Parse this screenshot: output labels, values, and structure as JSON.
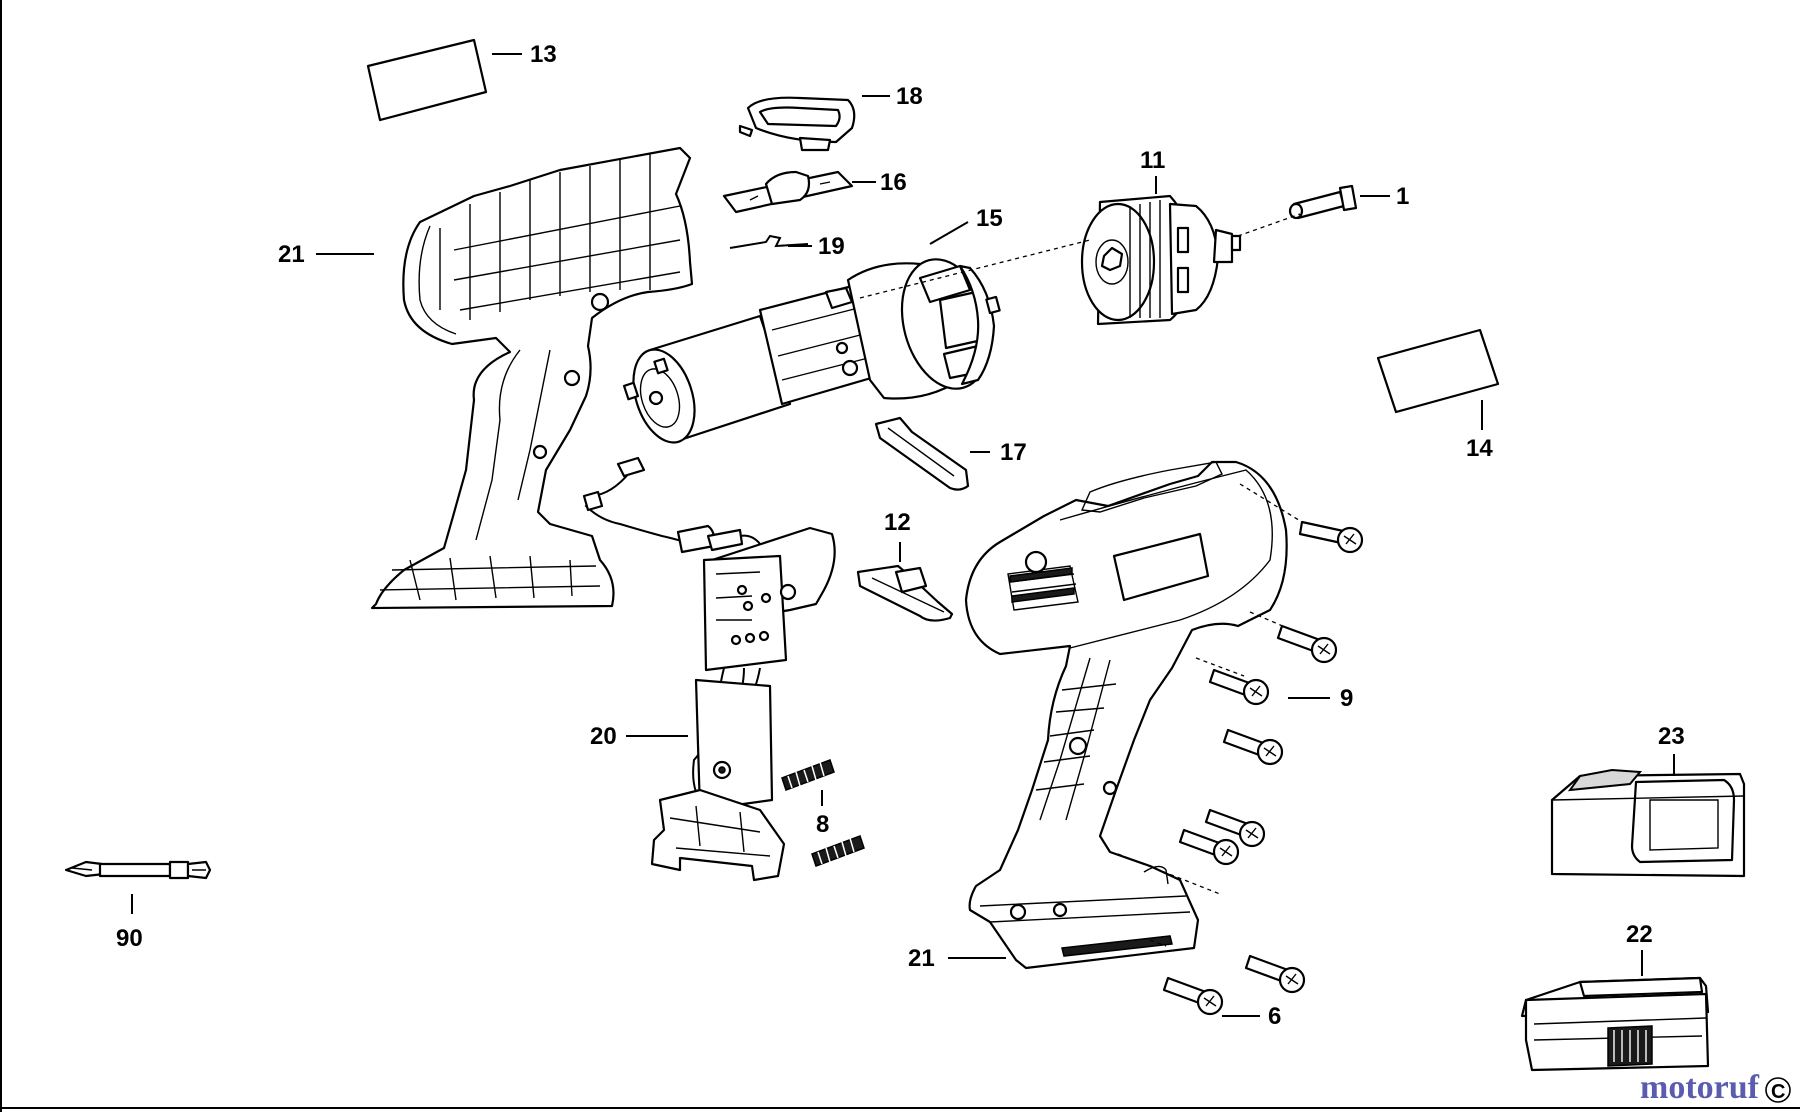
{
  "callouts": {
    "c1": "1",
    "c6": "6",
    "c8": "8",
    "c9": "9",
    "c11": "11",
    "c12": "12",
    "c13": "13",
    "c14": "14",
    "c15": "15",
    "c16": "16",
    "c17": "17",
    "c18": "18",
    "c19": "19",
    "c20": "20",
    "c21a": "21",
    "c21b": "21",
    "c22": "22",
    "c23": "23",
    "c90": "90"
  },
  "watermark": {
    "text": "motoruf",
    "color": "#5b5bb0"
  },
  "copyright_mark": "C"
}
